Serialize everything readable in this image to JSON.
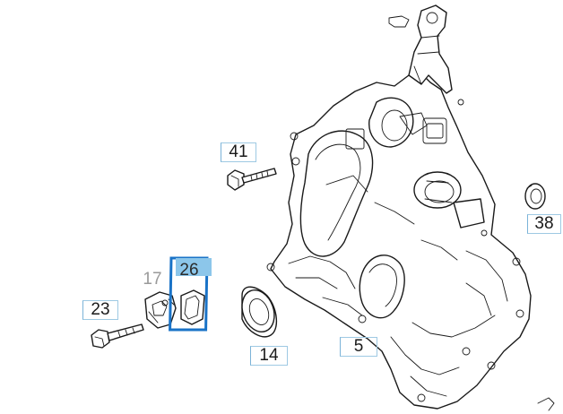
{
  "callouts": [
    {
      "id": "41",
      "label": "41"
    },
    {
      "id": "38",
      "label": "38"
    },
    {
      "id": "26",
      "label": "26"
    },
    {
      "id": "17",
      "label": "17"
    },
    {
      "id": "23",
      "label": "23"
    },
    {
      "id": "14",
      "label": "14"
    },
    {
      "id": "5",
      "label": "5"
    }
  ],
  "colors": {
    "line": "#1a1a1a",
    "callout_box": "#9ec9e3",
    "selected_highlight": "#1a73c7",
    "selected_label_bg": "#8cc6ea",
    "inactive_label": "#9a9a9a"
  },
  "selected_part": "26"
}
